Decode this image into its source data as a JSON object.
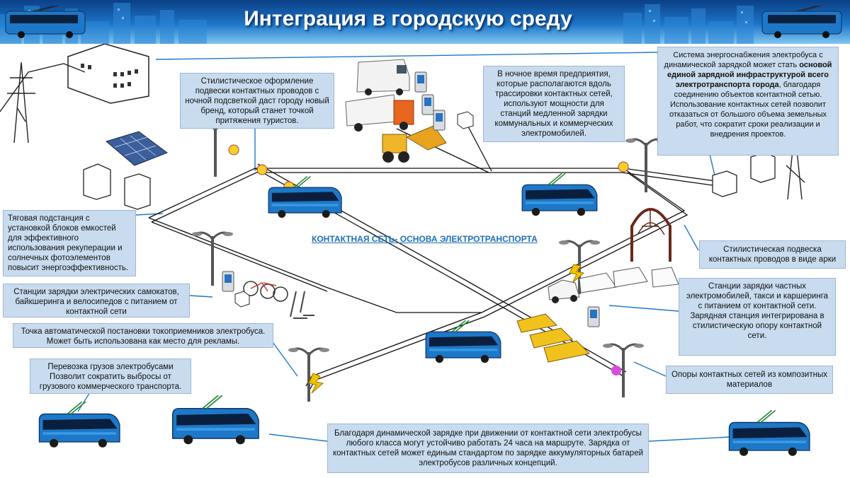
{
  "header": {
    "title": "Интеграция в городскую среду"
  },
  "center_label": "КОНТАКТНАЯ СЕТЬ- ОСНОВА ЭЛЕКТРОТРАНСПОРТА",
  "callouts": {
    "night_lighting": "Стилистическое оформление подвески контактных проводов с ночной подсветкой даст городу новый бренд, который станет точкой притяжения туристов.",
    "night_charging": "В ночное время предприятия, которые располагаются вдоль трассировки контактных сетей, используют мощности для станций медленной зарядки коммунальных и коммерческих электромобилей.",
    "energy_system": {
      "line1": "Система энергоснабжения электробуса с динамической зарядкой может стать",
      "bold": "основой единой зарядной инфраструктурой всего электротранспорта города",
      "line2": ", благодаря соединению объектов контактной сетью.",
      "line3": "Использование контактных сетей позволит отказаться от большого объема земельных работ, что сократит сроки реализации и внедрения проектов."
    },
    "substation": "Тяговая подстанция с установкой блоков емкостей для эффективного использования рекуперации и солнечных фотоэлементов повысит энергоэффективность.",
    "arch": "Стилистическая подвеска контактных проводов в виде арки",
    "scooters": "Станции зарядки электрических самокатов, байкшеринга и велосипедов с питанием от контактной сети",
    "pantograph": "Точка автоматической постановки токоприемников электробуса. Может быть использована как место для рекламы.",
    "private_ev": {
      "line1": "Станции зарядки частных электромобилей, такси и каршеринга с питанием от контактной сети.",
      "line2": "Зарядная станция интегрирована в стилистическую опору контактной сети."
    },
    "cargo": "Перевозка грузов электробусами Позволит сократить выбросы от грузового коммерческого транспорта.",
    "composite": "Опоры контактных сетей из композитных материалов",
    "dynamic_charging": "Благодаря динамической зарядке при движении от контактной сети электробусы любого класса могут устойчиво работать 24 часа на маршруте. Зарядка от контактных сетей может единым стандартом по зарядке аккумуляторных батарей электробусов различных концепций."
  },
  "colors": {
    "header_dark": "#0b3f86",
    "callout_bg": "#c9dcef",
    "bus_blue": "#1e78c8",
    "accent_label": "#1f6fb5"
  },
  "icons": [
    "bus-icon",
    "solar-panel-icon",
    "factory-icon",
    "power-pylon-icon",
    "van-icon",
    "garbage-truck-icon",
    "excavator-icon",
    "charger-icon",
    "bicycle-icon",
    "scooter-icon",
    "car-icon",
    "taxi-icon",
    "arch-icon",
    "lamp-pole-icon",
    "lightning-icon"
  ]
}
